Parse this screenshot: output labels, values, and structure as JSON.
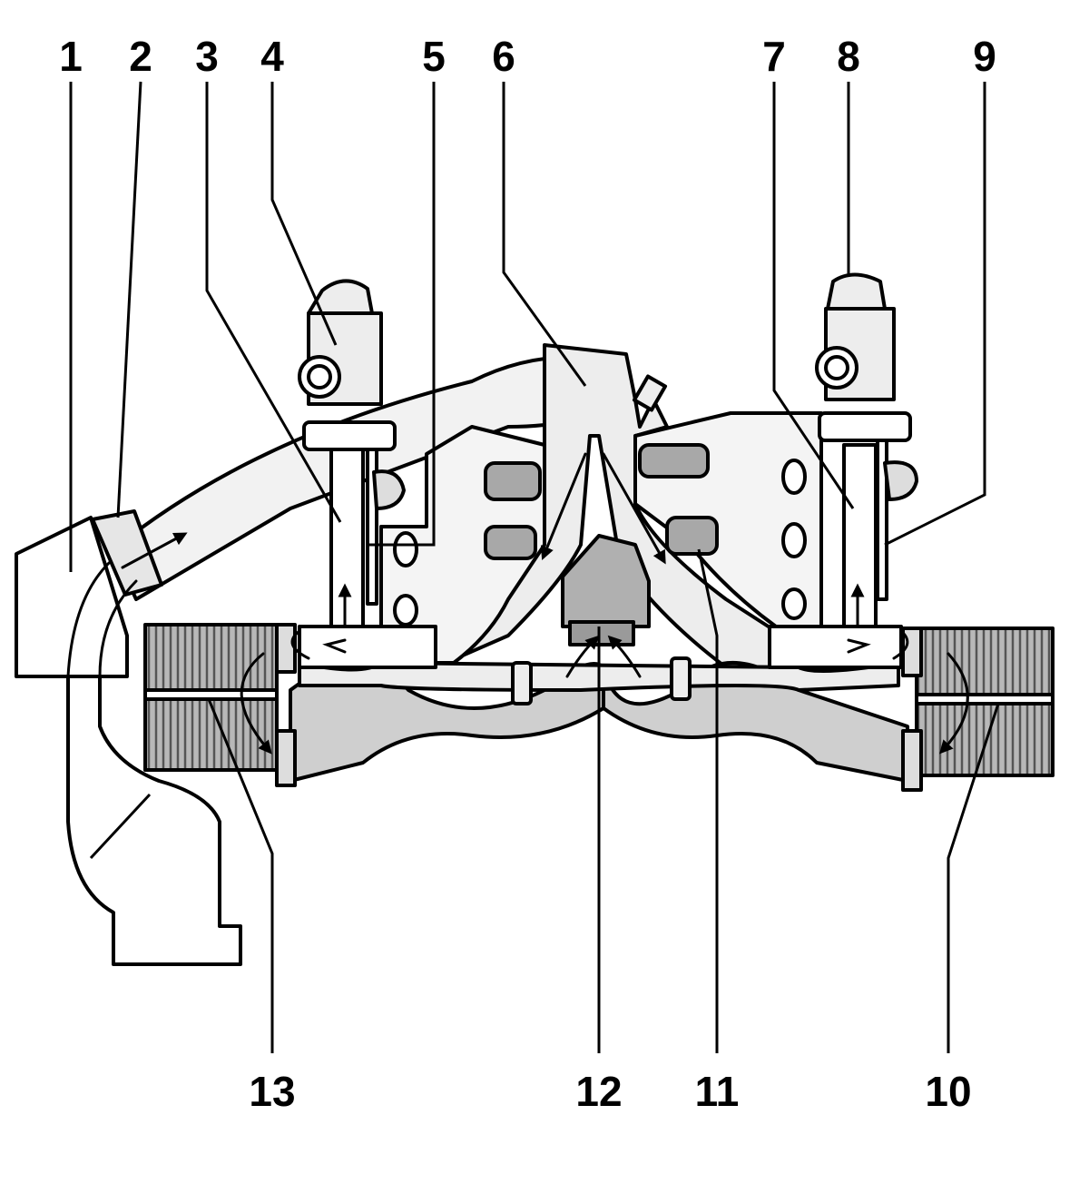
{
  "diagram": {
    "callouts": [
      "1",
      "2",
      "3",
      "4",
      "5",
      "6",
      "7",
      "8",
      "9",
      "10",
      "11",
      "12",
      "13"
    ],
    "colors": {
      "outline": "#000000",
      "fill_light": "#ededed",
      "fill_mid": "#b8b8b8",
      "fill_dark": "#8c8c8c",
      "background": "#ffffff"
    }
  }
}
